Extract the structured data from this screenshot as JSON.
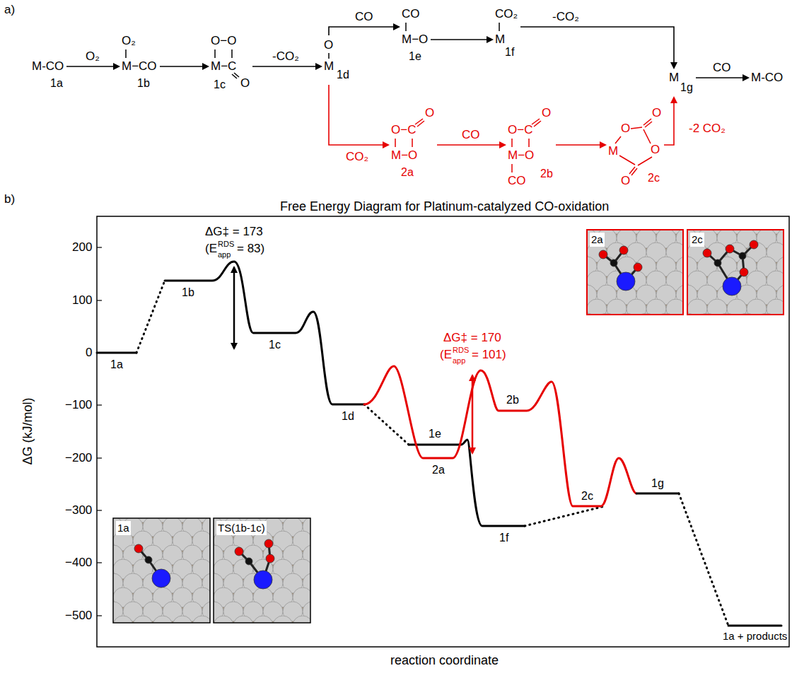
{
  "diagram": {
    "nodes": [
      {
        "text": [
          "M-CO",
          "1a"
        ]
      },
      {
        "text": [
          "O₂",
          "M−CO",
          "1b"
        ]
      },
      {
        "text": [
          "O−O",
          "M−C",
          "O",
          "1c"
        ]
      },
      {
        "text": [
          "O",
          "M",
          "1d"
        ]
      },
      {
        "text": [
          "CO",
          "M−O",
          "1e"
        ]
      },
      {
        "text": [
          "CO₂",
          "M",
          "1f"
        ]
      },
      {
        "text": [
          "M",
          "1g"
        ]
      },
      {
        "text": [
          "M-CO"
        ]
      },
      {
        "text": [
          "O",
          "O−C",
          "M−O",
          "2a"
        ]
      },
      {
        "text": [
          "O",
          "O−C",
          "M−O",
          "CO",
          "2b"
        ]
      },
      {
        "text": [
          "O",
          "O",
          "M",
          "O",
          "O",
          "2c"
        ]
      }
    ],
    "edges": [
      {
        "from": 0,
        "to": 1,
        "arrow": "to",
        "label": "O₂"
      },
      {
        "from": 1,
        "to": 2,
        "arrow": "to"
      },
      {
        "from": 2,
        "to": 3,
        "arrow": "to",
        "label": "-CO₂"
      },
      {
        "from": 3,
        "to": 4,
        "arrow": "to",
        "label": "CO"
      },
      {
        "from": 4,
        "to": 5,
        "arrow": "to"
      },
      {
        "from": 5,
        "to": 6,
        "arrow": "to",
        "label": "-CO₂"
      },
      {
        "from": 6,
        "to": 7,
        "arrow": "to",
        "label": "CO"
      },
      {
        "from": 3,
        "to": 8,
        "arrow": "to",
        "label": "CO₂"
      },
      {
        "from": 8,
        "to": 9,
        "arrow": "to",
        "label": "CO"
      },
      {
        "from": 9,
        "to": 10,
        "arrow": "to"
      },
      {
        "from": 10,
        "to": 6,
        "arrow": "to",
        "label": "-2 CO₂"
      }
    ],
    "labels": [
      "a)",
      "b)",
      "Free Energy Diagram for Platinum-catalyzed CO-oxidation",
      "ΔG (kJ/mol)",
      "reaction coordinate",
      "200",
      "100",
      "0",
      "−100",
      "−200",
      "−300",
      "−400",
      "−500",
      "ΔG‡ = 173",
      "(E",
      "RDS",
      "app",
      "= 83)",
      "ΔG‡ = 170",
      "(E",
      "RDS",
      "app",
      "= 101)",
      "1a",
      "1b",
      "1c",
      "1d",
      "1e",
      "2a",
      "2b",
      "1f",
      "2c",
      "1g",
      "1a + products",
      "2a",
      "2c",
      "1a",
      "TS(1b-1c)"
    ]
  }
}
